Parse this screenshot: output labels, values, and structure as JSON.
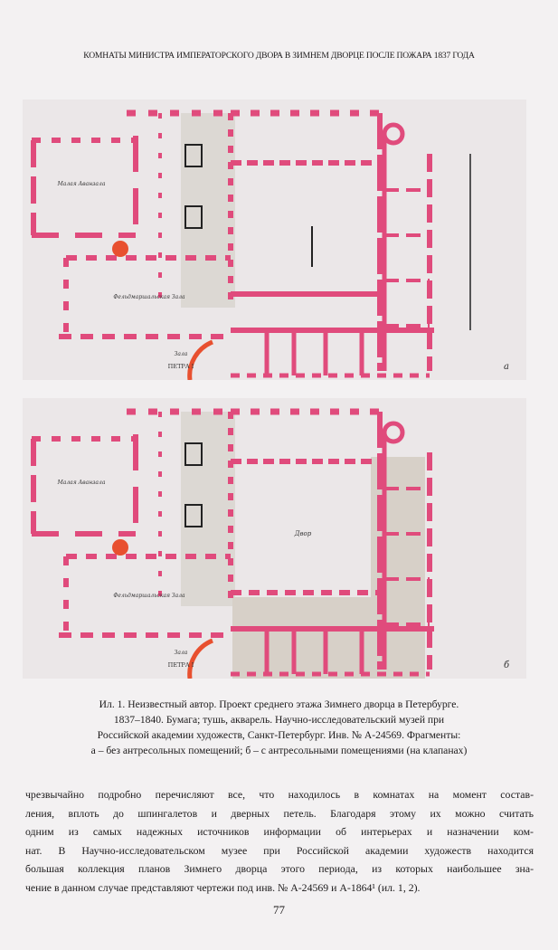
{
  "header": {
    "running_title": "КОМНАТЫ МИНИСТРА ИМПЕРАТОРСКОГО ДВОРА В ЗИМНЕМ ДВОРЦЕ ПОСЛЕ ПОЖАРА 1837 ГОДА"
  },
  "figure": {
    "plans": [
      {
        "letter": "а",
        "labels": {
          "room_top_left": "Малая Аванзала",
          "hall": "Фельдмаршальская Зала",
          "peter_line1": "Зала",
          "peter_line2": "ПЕТРА I",
          "court": ""
        }
      },
      {
        "letter": "б",
        "labels": {
          "room_top_left": "Малая Аванзала",
          "hall": "Фельдмаршальская Зала",
          "peter_line1": "Зала",
          "peter_line2": "ПЕТРА I",
          "court": "Двор"
        }
      }
    ],
    "caption_lines": [
      "Ил. 1. Неизвестный автор. Проект среднего этажа Зимнего дворца в Петербурге.",
      "1837–1840. Бумага; тушь, акварель. Научно-исследовательский музей при",
      "Российской академии художеств, Санкт-Петербург. Инв. № А-24569. Фрагменты:",
      "а – без антресольных помещений; б – с антресольными помещениями (на клапанах)"
    ]
  },
  "body": {
    "lines": [
      "чрезвычайно подробно перечисляют все, что находилось в комнатах на момент состав-",
      "ления, вплоть до шпингалетов и дверных петель. Благодаря этому их можно считать",
      "одним из самых надежных источников информации об интерьерах и назначении ком-",
      "нат. В Научно-исследовательском музее при Российской академии художеств находится",
      "большая коллекция планов Зимнего дворца этого периода, из которых наибольшее зна-",
      "чение в данном случае представляют чертежи под инв. № А-24569 и А-1864¹ (ил. 1, 2)."
    ]
  },
  "page_number": "77",
  "colors": {
    "wall": "#e04b7c",
    "wall_dark": "#e8502f",
    "paper": "#ebe7e8",
    "mezzanine": "#d7d0c8"
  }
}
